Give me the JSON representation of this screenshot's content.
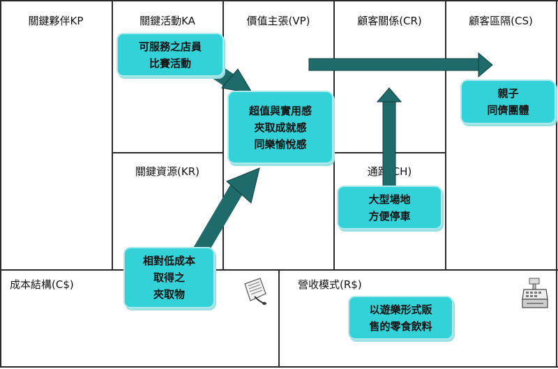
{
  "sections": {
    "key_partners": "關鍵夥伴KP",
    "key_activities": "關鍵活動KA",
    "value_propositions": "價值主張(VP)",
    "customer_relationships": "顧客關係(CR)",
    "customer_segments": "顧客區隔(CS)",
    "key_resources": "關鍵資源(KR)",
    "channels": "通路(CH)",
    "cost_structure": "成本結構(C$)",
    "revenue_streams": "營收模式(R$)"
  },
  "notes": {
    "key_activities": [
      "可服務之店員",
      "比賽活動"
    ],
    "value_propositions": [
      "超值與實用感",
      "夾取成就感",
      "同樂愉悅感"
    ],
    "customer_segments": [
      "親子",
      "同儕團體"
    ],
    "channels": [
      "大型場地",
      "方便停車"
    ],
    "key_resources": [
      "相對低成本",
      "取得之",
      "夾取物"
    ],
    "revenue_streams": [
      "以遊樂形式販",
      "售的零食飲料"
    ]
  },
  "icons": {
    "cost_structure": "receipt-icon",
    "revenue_streams": "cash-register-icon"
  },
  "colors": {
    "note_fill": "#33d1d8",
    "arrow_fill": "#1f6b6b",
    "grid_line": "#2a2a2a"
  }
}
